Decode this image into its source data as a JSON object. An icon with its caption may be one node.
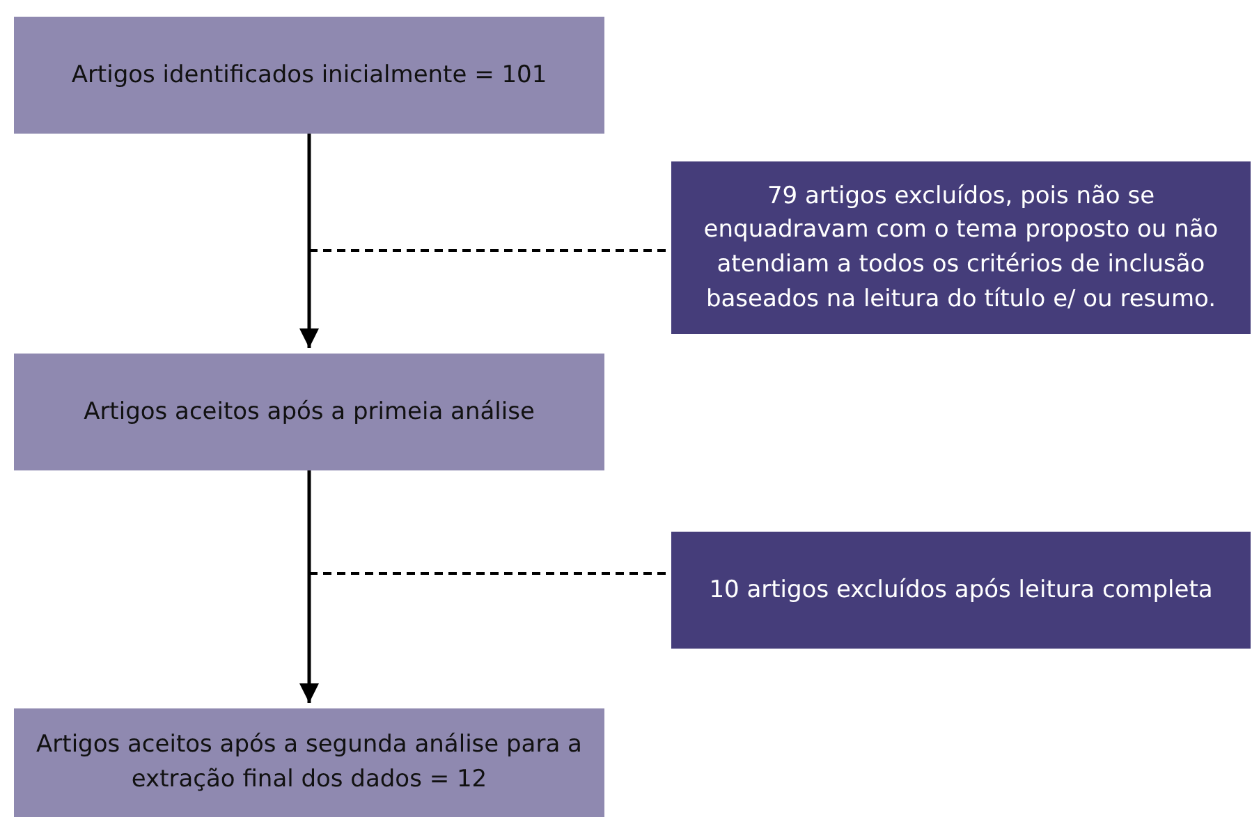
{
  "diagram": {
    "nodes": [
      {
        "text": [
          "Artigos identificados inicialmente = 101"
        ]
      },
      {
        "text": [
          "79 artigos excluídos, pois não se enquadravam com o tema proposto ou não atendiam a todos os critérios de inclusão baseados na leitura do título e/ ou resumo."
        ]
      },
      {
        "text": [
          "Artigos aceitos após a primeia análise"
        ]
      },
      {
        "text": [
          "10 artigos excluídos após leitura completa"
        ]
      },
      {
        "text": [
          "Artigos aceitos após a segunda análise para a extração final dos dados = 12"
        ]
      }
    ],
    "edges": [
      {
        "from": 0,
        "to": 2,
        "arrow": "to"
      },
      {
        "from": null,
        "to": 1,
        "arrow": "none",
        "style": "dashed"
      },
      {
        "from": 2,
        "to": 4,
        "arrow": "to"
      },
      {
        "from": null,
        "to": 3,
        "arrow": "none",
        "style": "dashed"
      }
    ]
  }
}
